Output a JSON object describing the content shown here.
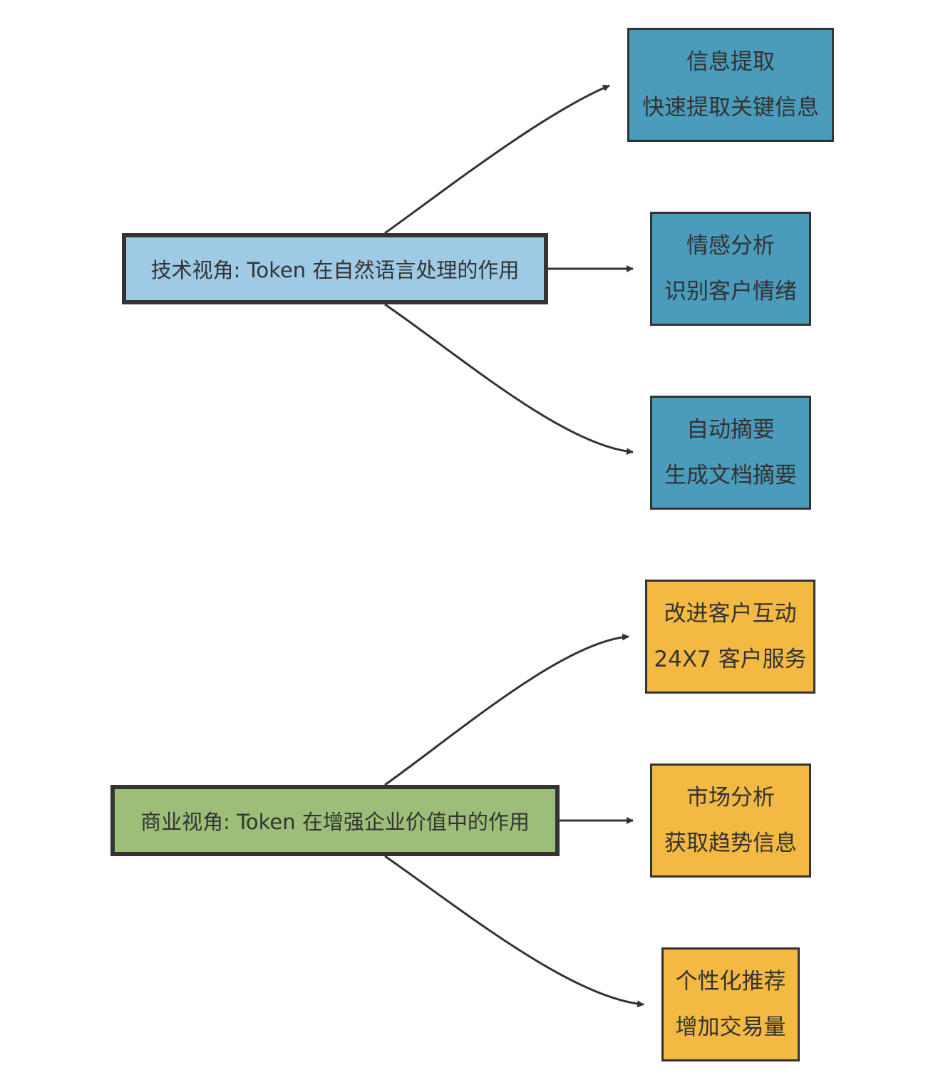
{
  "colors": {
    "stroke": "#333333",
    "tech_root_fill": "#9ECAE6",
    "tech_leaf_fill": "#4A9BBC",
    "biz_root_fill": "#9CBE78",
    "biz_leaf_fill": "#F4B942"
  },
  "tech": {
    "root": "技术视角: Token 在自然语言处理的作用",
    "leaves": [
      {
        "title": "信息提取",
        "desc": "快速提取关键信息"
      },
      {
        "title": "情感分析",
        "desc": "识别客户情绪"
      },
      {
        "title": "自动摘要",
        "desc": "生成文档摘要"
      }
    ]
  },
  "biz": {
    "root": "商业视角: Token 在增强企业价值中的作用",
    "leaves": [
      {
        "title": "改进客户互动",
        "desc": "24X7 客户服务"
      },
      {
        "title": "市场分析",
        "desc": "获取趋势信息"
      },
      {
        "title": "个性化推荐",
        "desc": "增加交易量"
      }
    ]
  }
}
